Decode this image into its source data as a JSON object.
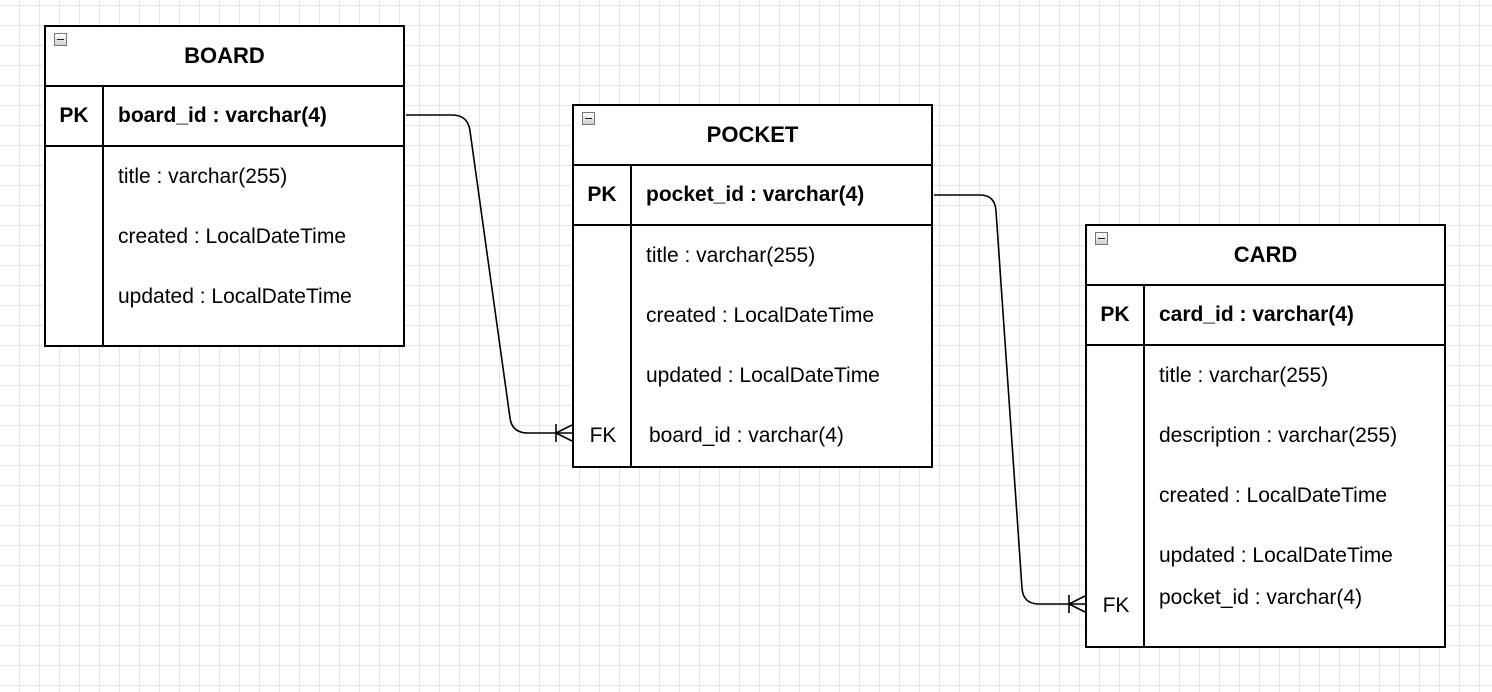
{
  "entities": {
    "board": {
      "title": "BOARD",
      "pk_label": "PK",
      "pk_field": "board_id : varchar(4)",
      "fields": [
        "title : varchar(255)",
        "created : LocalDateTime",
        "updated : LocalDateTime"
      ]
    },
    "pocket": {
      "title": "POCKET",
      "pk_label": "PK",
      "pk_field": "pocket_id : varchar(4)",
      "fields": [
        "title : varchar(255)",
        "created : LocalDateTime",
        "updated : LocalDateTime",
        "board_id : varchar(4)"
      ],
      "fk_label": "FK"
    },
    "card": {
      "title": "CARD",
      "pk_label": "PK",
      "pk_field": "card_id : varchar(4)",
      "fields": [
        "title : varchar(255)",
        "description : varchar(255)",
        "created : LocalDateTime",
        "updated : LocalDateTime",
        "pocket_id : varchar(4)"
      ],
      "fk_label": "FK"
    }
  },
  "relationships": [
    {
      "from": "BOARD.board_id",
      "to": "POCKET.board_id",
      "cardinality": "one-to-many"
    },
    {
      "from": "POCKET.pocket_id",
      "to": "CARD.pocket_id",
      "cardinality": "one-to-many"
    }
  ]
}
